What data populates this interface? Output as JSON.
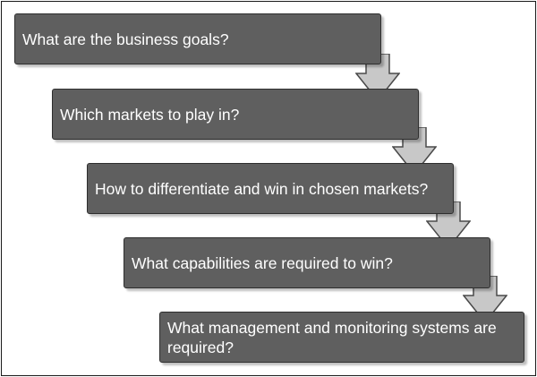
{
  "steps": [
    {
      "label": "What are the business goals?"
    },
    {
      "label": "Which markets to play in?"
    },
    {
      "label": "How to differentiate and win in chosen markets?"
    },
    {
      "label": "What capabilities are required to win?"
    },
    {
      "label": "What management and monitoring systems are required?"
    }
  ],
  "colors": {
    "box_fill": "#5f5f5f",
    "box_text": "#ffffff",
    "arrow_fill": "#c8c8c8"
  }
}
